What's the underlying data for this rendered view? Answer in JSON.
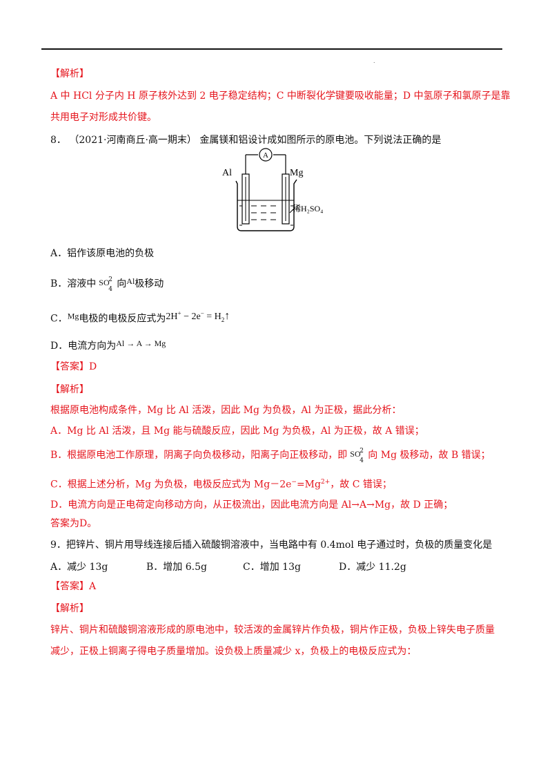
{
  "header_dot": ".",
  "analysis_tag_1": "【解析】",
  "q7_analysis_line1": "A 中 HCl 分子内 H 原子核外达到 2 电子稳定结构；C 中断裂化学键要吸收能量；D 中氢原子和氯原子是靠",
  "q7_analysis_line2": "共用电子对形成共价键。",
  "q8": {
    "number": "8．",
    "source": "（2021·河南商丘·高一期末）",
    "stem": "金属镁和铝设计成如图所示的原电池。下列说法正确的是",
    "figure": {
      "meter": "A",
      "left_label": "Al",
      "right_label": "Mg",
      "solution_label": "稀H₂SO₄"
    },
    "options": {
      "A": "A．铝作该原电池的负极",
      "B_prefix": "B．溶液中",
      "B_ion_base": "SO",
      "B_ion_top": "2",
      "B_ion_bot": "4",
      "B_mid": "向",
      "B_electrode": "Al",
      "B_suffix": "极移动",
      "C_prefix": "C．",
      "C_electrode": "Mg",
      "C_mid": "电极的电极反应式为",
      "C_eq_a": "2H",
      "C_eq_plus": "+",
      "C_eq_b": " − 2e",
      "C_eq_minus": "−",
      "C_eq_c": " = H",
      "C_eq_sub": "2",
      "C_eq_arrow": "↑",
      "D_prefix": "D．电流方向为",
      "D_flow": "Al → A → Mg"
    },
    "answer_tag": "【答案】",
    "answer": "D",
    "analysis_tag": "【解析】",
    "analysis": {
      "intro": "根据原电池构成条件，Mg 比 Al 活泼，因此 Mg 为负极，Al 为正极，据此分析：",
      "A": "A．Mg 比 Al 活泼，且 Mg 能与硫酸反应，因此 Mg 为负极，Al 为正极，故 A 错误；",
      "B_prefix": "B．根据原电池工作原理，阴离子向负极移动，阳离子向正极移动，即",
      "B_ion_base": "SO",
      "B_ion_top": "2",
      "B_ion_bot": "4",
      "B_suffix": "向 Mg 极移动，故 B 错误；",
      "C_prefix": "C．根据上述分析，Mg 为负极，电极反应式为 Mg－2e",
      "C_minus": "−",
      "C_mid": "=Mg",
      "C_charge": "2+",
      "C_suffix": "，故 C 错误；",
      "D": "D．电流方向是正电荷定向移动方向，从正极流出，因此电流方向是 Al→A→Mg，故 D 正确；",
      "conclusion": "答案为D。"
    }
  },
  "q9": {
    "stem": "9．把锌片、铜片用导线连接后插入硫酸铜溶液中，当电路中有 0.4mol 电子通过时，负极的质量变化是",
    "options": [
      "A．减少 13g",
      "B．增加 6.5g",
      "C．增加 13g",
      "D．减少 11.2g"
    ],
    "answer_tag": "【答案】",
    "answer": "A",
    "analysis_tag": "【解析】",
    "analysis_line1": "锌片、铜片和硫酸铜溶液形成的原电池中，较活泼的金属锌片作负极，铜片作正极，负极上锌失电子质量",
    "analysis_line2": "减少，正极上铜离子得电子质量增加。设负极上质量减少 x，负极上的电极反应式为："
  }
}
